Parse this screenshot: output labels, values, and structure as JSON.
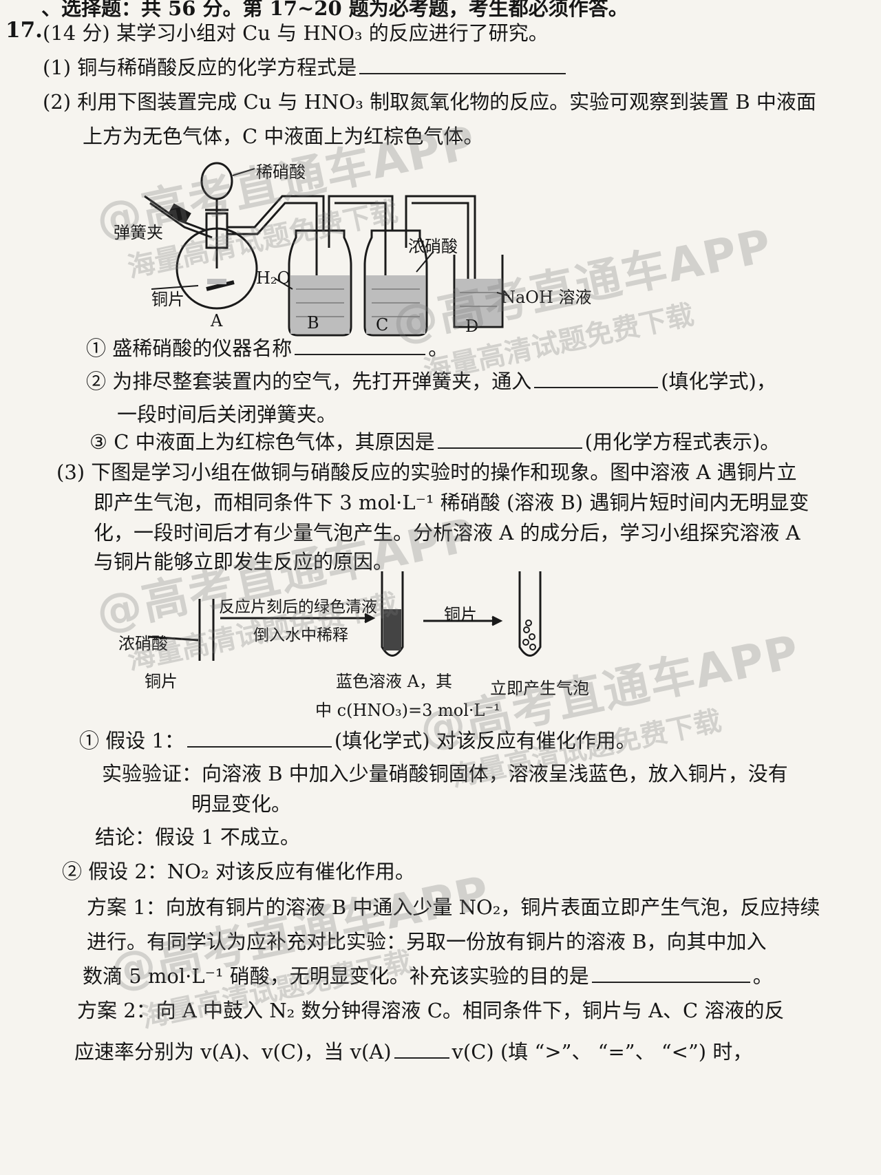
{
  "header": {
    "section_line": "、选择题：共 56 分。第 17~20 题为必考题，考生都必须作答。"
  },
  "question": {
    "number": "17.",
    "intro": "(14 分) 某学习小组对 Cu 与 HNO₃ 的反应进行了研究。",
    "part1": "(1) 铜与稀硝酸反应的化学方程式是",
    "part2_line1": "(2) 利用下图装置完成 Cu 与 HNO₃ 制取氮氧化物的反应。实验可观察到装置 B 中液面",
    "part2_line2": "上方为无色气体，C 中液面上为红棕色气体。",
    "apparatus": {
      "label_dilute_acid": "稀硝酸",
      "label_spring_clip": "弹簧夹",
      "label_copper": "铜片",
      "label_water": "H₂O",
      "label_conc_acid": "浓硝酸",
      "label_naoh": "NaOH 溶液",
      "label_A": "A",
      "label_B": "B",
      "label_C": "C",
      "label_D": "D"
    },
    "q2_1": "① 盛稀硝酸的仪器名称",
    "q2_1_end": "。",
    "q2_2a": "② 为排尽整套装置内的空气，先打开弹簧夹，通入",
    "q2_2a_end": "(填化学式)，",
    "q2_2b": "一段时间后关闭弹簧夹。",
    "q2_3": "③ C 中液面上为红棕色气体，其原因是",
    "q2_3_end": "(用化学方程式表示)。",
    "part3_line1": "(3) 下图是学习小组在做铜与硝酸反应的实验时的操作和现象。图中溶液 A 遇铜片立",
    "part3_line2": "即产生气泡，而相同条件下 3 mol·L⁻¹ 稀硝酸 (溶液 B) 遇铜片短时间内无明显变",
    "part3_line3": "化，一段时间后才有少量气泡产生。分析溶液 A 的成分后，学习小组探究溶液 A",
    "part3_line4": "与铜片能够立即发生反应的原因。",
    "flow": {
      "label_conc_acid": "浓硝酸",
      "label_copper": "铜片",
      "arrow1_top": "反应片刻后的绿色清液",
      "arrow1_bottom": "倒入水中稀释",
      "arrow2_top": "铜片",
      "tube1_caption_1": "蓝色溶液 A，其",
      "tube1_caption_2": "中 c(HNO₃)=3 mol·L⁻¹",
      "tube2_caption": "立即产生气泡"
    },
    "h1": "① 假设 1：",
    "h1_end": "(填化学式) 对该反应有催化作用。",
    "verify_1": "实验验证：向溶液 B 中加入少量硝酸铜固体，溶液呈浅蓝色，放入铜片，没有",
    "verify_2": "明显变化。",
    "conclusion": "结论：假设 1 不成立。",
    "h2": "② 假设 2：NO₂ 对该反应有催化作用。",
    "plan1_1": "方案 1：向放有铜片的溶液 B 中通入少量 NO₂，铜片表面立即产生气泡，反应持续",
    "plan1_2": "进行。有同学认为应补充对比实验：另取一份放有铜片的溶液 B，向其中加入",
    "plan1_3": "数滴 5 mol·L⁻¹ 硝酸，无明显变化。补充该实验的目的是",
    "plan1_3_end": "。",
    "plan2_1": "方案 2：向 A 中鼓入 N₂ 数分钟得溶液 C。相同条件下，铜片与 A、C 溶液的反",
    "plan2_2a": "应速率分别为 v(A)、v(C)，当 v(A)",
    "plan2_2b": "v(C)  (填 “>”、 “=”、 “<”) 时，"
  },
  "watermark": {
    "big": "@高考直通车APP",
    "small": "海量高清试题免费下载"
  }
}
